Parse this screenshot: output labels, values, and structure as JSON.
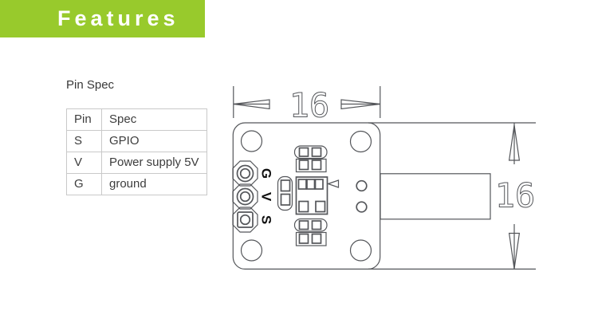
{
  "header": {
    "title": "Features",
    "bg_color": "#98ca2c",
    "text_color": "#ffffff"
  },
  "section": {
    "label": "Pin Spec"
  },
  "pin_table": {
    "columns": [
      "Pin",
      "Spec"
    ],
    "rows": [
      [
        "S",
        "GPIO"
      ],
      [
        "V",
        "Power supply 5V"
      ],
      [
        "G",
        "ground"
      ]
    ]
  },
  "drawing": {
    "width_dim": "16",
    "height_dim": "16",
    "pin_labels": [
      "G",
      "V",
      "S"
    ],
    "stroke_color": "#54565a"
  }
}
